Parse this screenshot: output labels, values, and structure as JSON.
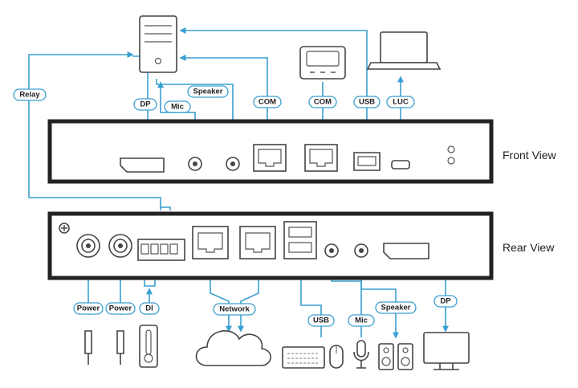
{
  "views": {
    "front": "Front View",
    "rear": "Rear View"
  },
  "connections": {
    "relay": "Relay",
    "dp_front": "DP",
    "mic_front": "Mic",
    "speaker_front": "Speaker",
    "com_pc": "COM",
    "com_device": "COM",
    "usb_front": "USB",
    "luc": "LUC",
    "power_1": "Power",
    "power_2": "Power",
    "di": "DI",
    "network": "Network",
    "usb_rear": "USB",
    "mic_rear": "Mic",
    "speaker_rear": "Speaker",
    "dp_rear": "DP"
  },
  "colors": {
    "connector": "#3a9fd0",
    "panel": "#222222",
    "device": "#444444"
  }
}
